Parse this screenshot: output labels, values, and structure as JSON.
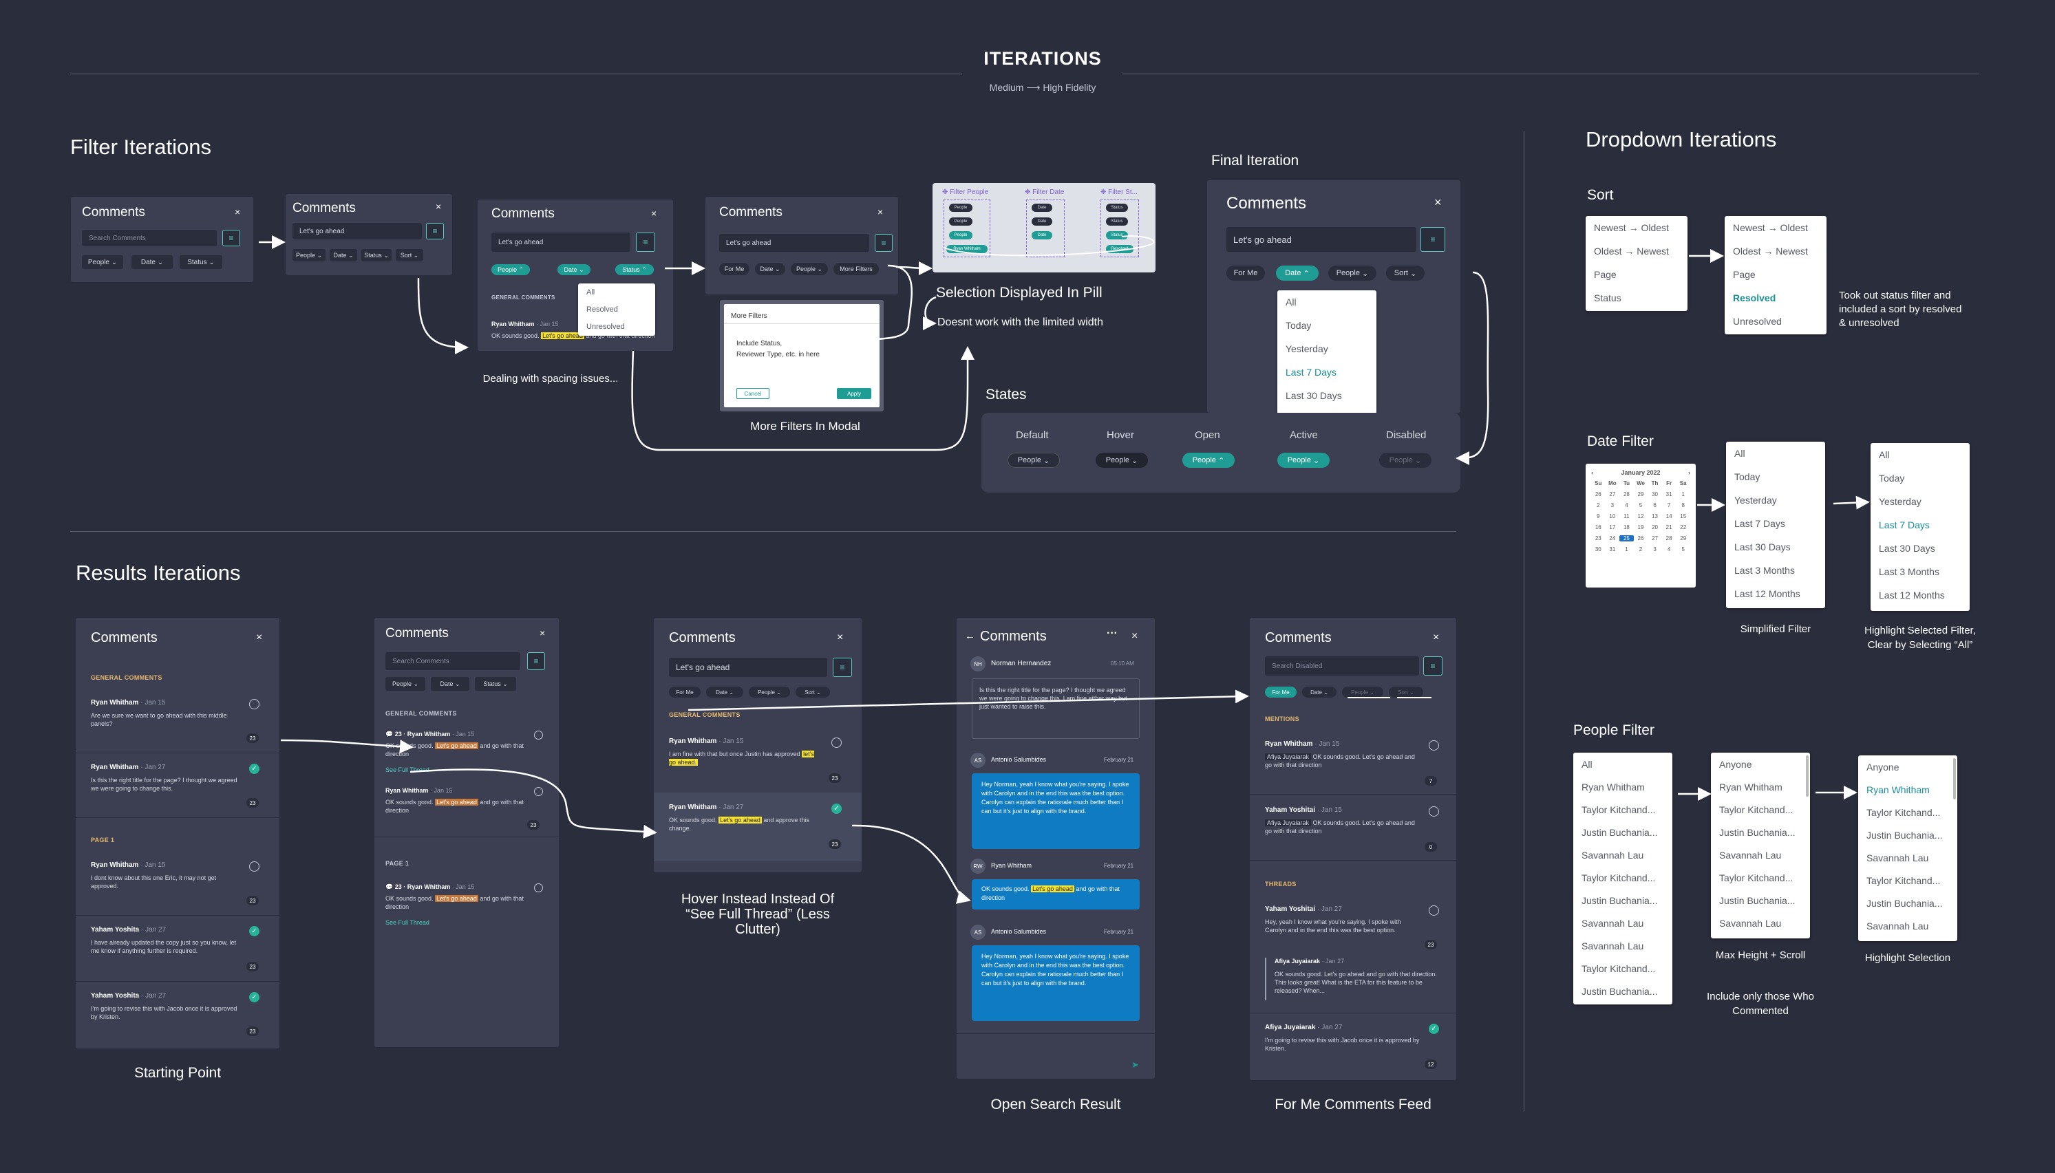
{
  "header": {
    "title": "ITERATIONS",
    "sub_from": "Medium",
    "sub_arrow": "⟶",
    "sub_to": "High Fidelity"
  },
  "sections": {
    "filter": "Filter Iterations",
    "results": "Results Iterations",
    "dropdown": "Dropdown Iterations",
    "final": "Final Iteration",
    "states": "States"
  },
  "common": {
    "comments": "Comments",
    "close": "×",
    "search_placeholder": "Search Comments",
    "search_value": "Let's go ahead",
    "search_disabled": "Search Disabled",
    "people": "People",
    "date": "Date",
    "status": "Status",
    "sort": "Sort",
    "for_me": "For Me",
    "more_filters": "More Filters",
    "general_comments": "GENERAL COMMENTS",
    "page1": "PAGE 1",
    "mentions": "MENTIONS",
    "threads": "THREADS",
    "see_full_thread": "See Full Thread"
  },
  "filter_iter": {
    "status_menu": [
      "All",
      "Resolved",
      "Unresolved"
    ],
    "more_filters_modal": {
      "title": "More Filters",
      "body1": "Include Status,",
      "body2": "Reviewer Type, etc. in here",
      "cancel": "Cancel",
      "apply": "Apply"
    },
    "pill_filters": [
      "Filter People",
      "Filter Date",
      "Filter St..."
    ],
    "captions": {
      "spacing": "Dealing with spacing issues...",
      "modal": "More Filters In Modal",
      "pill": "Selection Displayed In Pill",
      "pill_sub": "Doesnt work with the limited width"
    },
    "comment": {
      "name": "Ryan Whitham",
      "date": "· Jan 15",
      "pre": "OK sounds good.",
      "hl": "Let's go ahead",
      "post": "and go with that direction"
    },
    "final_date_menu": [
      "All",
      "Today",
      "Yesterday",
      "Last 7 Days",
      "Last 30 Days"
    ],
    "states": [
      {
        "label": "Default",
        "pill": "People"
      },
      {
        "label": "Hover",
        "pill": "People"
      },
      {
        "label": "Open",
        "pill": "People"
      },
      {
        "label": "Active",
        "pill": "People"
      },
      {
        "label": "Disabled",
        "pill": "People"
      }
    ]
  },
  "results": {
    "captions": {
      "start": "Starting Point",
      "hover": "Hover Instead Instead Of “See Full Thread” (Less Clutter)",
      "open": "Open Search Result",
      "forme": "For Me Comments Feed"
    },
    "p1_comments": [
      {
        "name": "Ryan Whitham",
        "date": "· Jan 15",
        "text": "Are we sure we want to go ahead with this middle panels?",
        "count": "23",
        "resolved": false
      },
      {
        "name": "Ryan Whitham",
        "date": "· Jan 27",
        "text": "Is this the right title for the page? I thought we agreed we were going to change this.",
        "count": "23",
        "resolved": true
      },
      {
        "name": "Ryan Whitham",
        "date": "· Jan 15",
        "text": "I dont know about this one Eric, it may not get approved.",
        "count": "23",
        "resolved": false
      },
      {
        "name": "Yaham Yoshita",
        "date": "· Jan 27",
        "text": "I have already updated the copy just so you know, let me know if anything further is required.",
        "count": "23",
        "resolved": true
      },
      {
        "name": "Yaham Yoshita",
        "date": "· Jan 27",
        "text": "I'm going to revise this with Jacob once it is approved by Kristen.",
        "count": "23",
        "resolved": true
      }
    ],
    "p3_comments": [
      {
        "name": "Ryan Whitham",
        "date": "· Jan 15",
        "text_pre": "I am fine with that but once Justin has approved",
        "hl": "let's go ahead.",
        "count": "23"
      },
      {
        "name": "Ryan Whitham",
        "date": "· Jan 27",
        "text_pre": "OK sounds good.",
        "hl": "Let's go ahead",
        "text_post": "and approve this change.",
        "count": "23"
      }
    ],
    "thread": {
      "author": "Norman Hernandez",
      "time": "05:10 AM",
      "original": "Is this the right title for the page? I thought we agreed we were going to change this. I am fine either way but just wanted to raise this.",
      "replies": [
        {
          "initials": "AS",
          "name": "Antonio Salumbides",
          "date": "February 21",
          "text": "Hey Norman, yeah I know what you're saying. I spoke with Carolyn and in the end this was the best option. Carolyn can explain the rationale much better than I can but it's just to align with the brand."
        },
        {
          "initials": "RW",
          "name": "Ryan Whitham",
          "date": "February 21",
          "pre": "OK sounds good.",
          "hl": "Let's go ahead",
          "post": "and go with that direction"
        },
        {
          "initials": "AS",
          "name": "Antonio Salumbides",
          "date": "February 21",
          "text": "Hey Norman, yeah I know what you're saying. I spoke with Carolyn and in the end this was the best option. Carolyn can explain the rationale much better than I can but it's just to align with the brand."
        }
      ]
    },
    "forme": {
      "mentions": [
        {
          "name": "Ryan Whitham",
          "date": "· Jan 15",
          "tag": "Afiya Juyaiarak",
          "text": "OK sounds good. Let's go ahead and go with that direction",
          "count": "7"
        },
        {
          "name": "Yaham Yoshitai",
          "date": "· Jan 15",
          "tag": "Afiya Juyaiarak",
          "text": "OK sounds good. Let's go ahead and go with that direction",
          "count": "0"
        }
      ],
      "threads": [
        {
          "name": "Yaham Yoshitai",
          "date": "· Jan 27",
          "text": "Hey, yeah I know what you're saying. I spoke with Carolyn and in the end this was the best option.",
          "count": "23",
          "reply_name": "Afiya Juyaiarak",
          "reply_date": "· Jan 27",
          "reply_text": "OK sounds good. Let's go ahead and go with that direction. This looks great! What is the ETA for this feature to be released? When..."
        },
        {
          "name": "Afiya Juyaiarak",
          "date": "· Jan 27",
          "text": "I'm going to revise this with Jacob once it is approved by Kristen.",
          "count": "12"
        }
      ]
    }
  },
  "dropdowns": {
    "sort_label": "Sort",
    "sort_a": [
      "Newest → Oldest",
      "Oldest → Newest",
      "Page",
      "Status"
    ],
    "sort_b": [
      "Newest → Oldest",
      "Oldest → Newest",
      "Page",
      "Resolved",
      "Unresolved"
    ],
    "sort_note": "Took out status filter and included a sort by resolved & unresolved",
    "date_label": "Date Filter",
    "calendar": {
      "month": "January 2022",
      "days": [
        "Su",
        "Mo",
        "Tu",
        "We",
        "Th",
        "Fr",
        "Sa"
      ],
      "rows": [
        [
          "26",
          "27",
          "28",
          "29",
          "30",
          "31",
          "1"
        ],
        [
          "2",
          "3",
          "4",
          "5",
          "6",
          "7",
          "8"
        ],
        [
          "9",
          "10",
          "11",
          "12",
          "13",
          "14",
          "15"
        ],
        [
          "16",
          "17",
          "18",
          "19",
          "20",
          "21",
          "22"
        ],
        [
          "23",
          "24",
          "25",
          "26",
          "27",
          "28",
          "29"
        ],
        [
          "30",
          "31",
          "1",
          "2",
          "3",
          "4",
          "5"
        ]
      ]
    },
    "date_list": [
      "All",
      "Today",
      "Yesterday",
      "Last 7 Days",
      "Last 30 Days",
      "Last 3 Months",
      "Last 12 Months"
    ],
    "date_caption_1": "Simplified Filter",
    "date_caption_2": "Highlight Selected Filter, Clear by Selecting “All”",
    "people_label": "People Filter",
    "people_a": [
      "All",
      "Ryan Whitham",
      "Taylor Kitchand...",
      "Justin Buchania...",
      "Savannah Lau",
      "Taylor Kitchand...",
      "Justin Buchania...",
      "Savannah Lau",
      "Savannah Lau",
      "Taylor Kitchand...",
      "Justin Buchania..."
    ],
    "people_b": [
      "Anyone",
      "Ryan Whitham",
      "Taylor Kitchand...",
      "Justin Buchania...",
      "Savannah Lau",
      "Taylor Kitchand...",
      "Justin Buchania...",
      "Savannah Lau"
    ],
    "people_caption_1": "Max Height + Scroll",
    "people_caption_1b": "Include only those Who Commented",
    "people_caption_2": "Highlight Selection"
  },
  "colors": {
    "bg": "#2a2d3b",
    "panel": "#3b3f51",
    "teal": "#1f9c94",
    "highlight": "#f7e22c",
    "accent_blue": "#0f7bc2"
  }
}
